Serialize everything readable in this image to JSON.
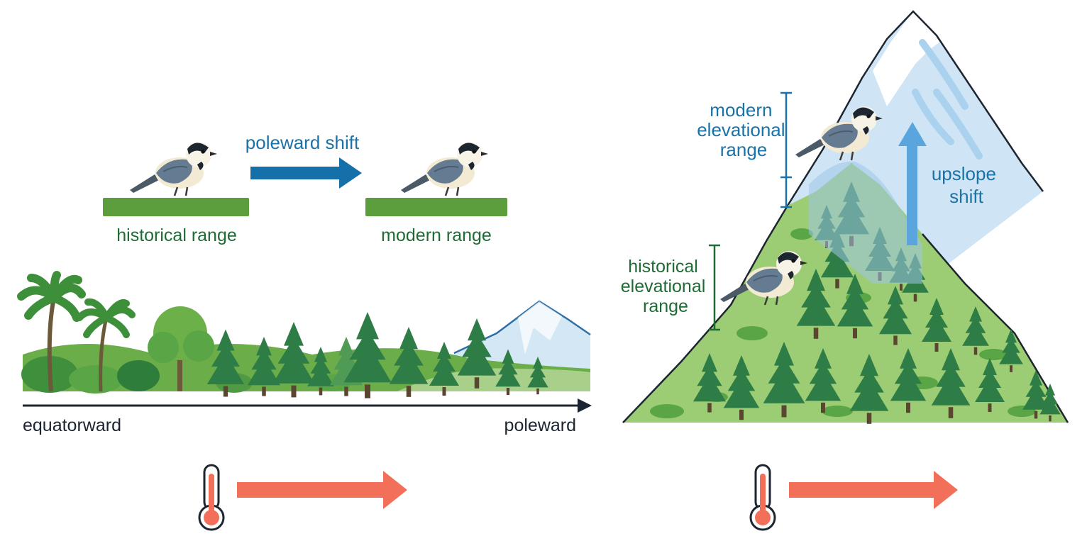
{
  "latitude_panel": {
    "shift_label": "poleward shift",
    "historical_label": "historical range",
    "modern_label": "modern range",
    "axis_left_label": "equatorward",
    "axis_right_label": "poleward"
  },
  "elevation_panel": {
    "modern_label_lines": [
      "modern",
      "elevational",
      "range"
    ],
    "historical_label_lines": [
      "historical",
      "elevational",
      "range"
    ],
    "shift_label_lines": [
      "upslope",
      "shift"
    ]
  },
  "colors": {
    "range_bar": "#5c9e3d",
    "shift_arrow_blue": "#156fa8",
    "upslope_arrow": "#5aa5dd",
    "warming_arrow": "#f2705a",
    "label_green": "#1f6b34",
    "label_blue": "#1a73a8",
    "forest_dark": "#2e7d46",
    "forest_light": "#8fc567",
    "snow": "#cfe5f5"
  },
  "icons": {
    "bird": "chickadee-icon",
    "thermometer": "thermometer-icon"
  }
}
